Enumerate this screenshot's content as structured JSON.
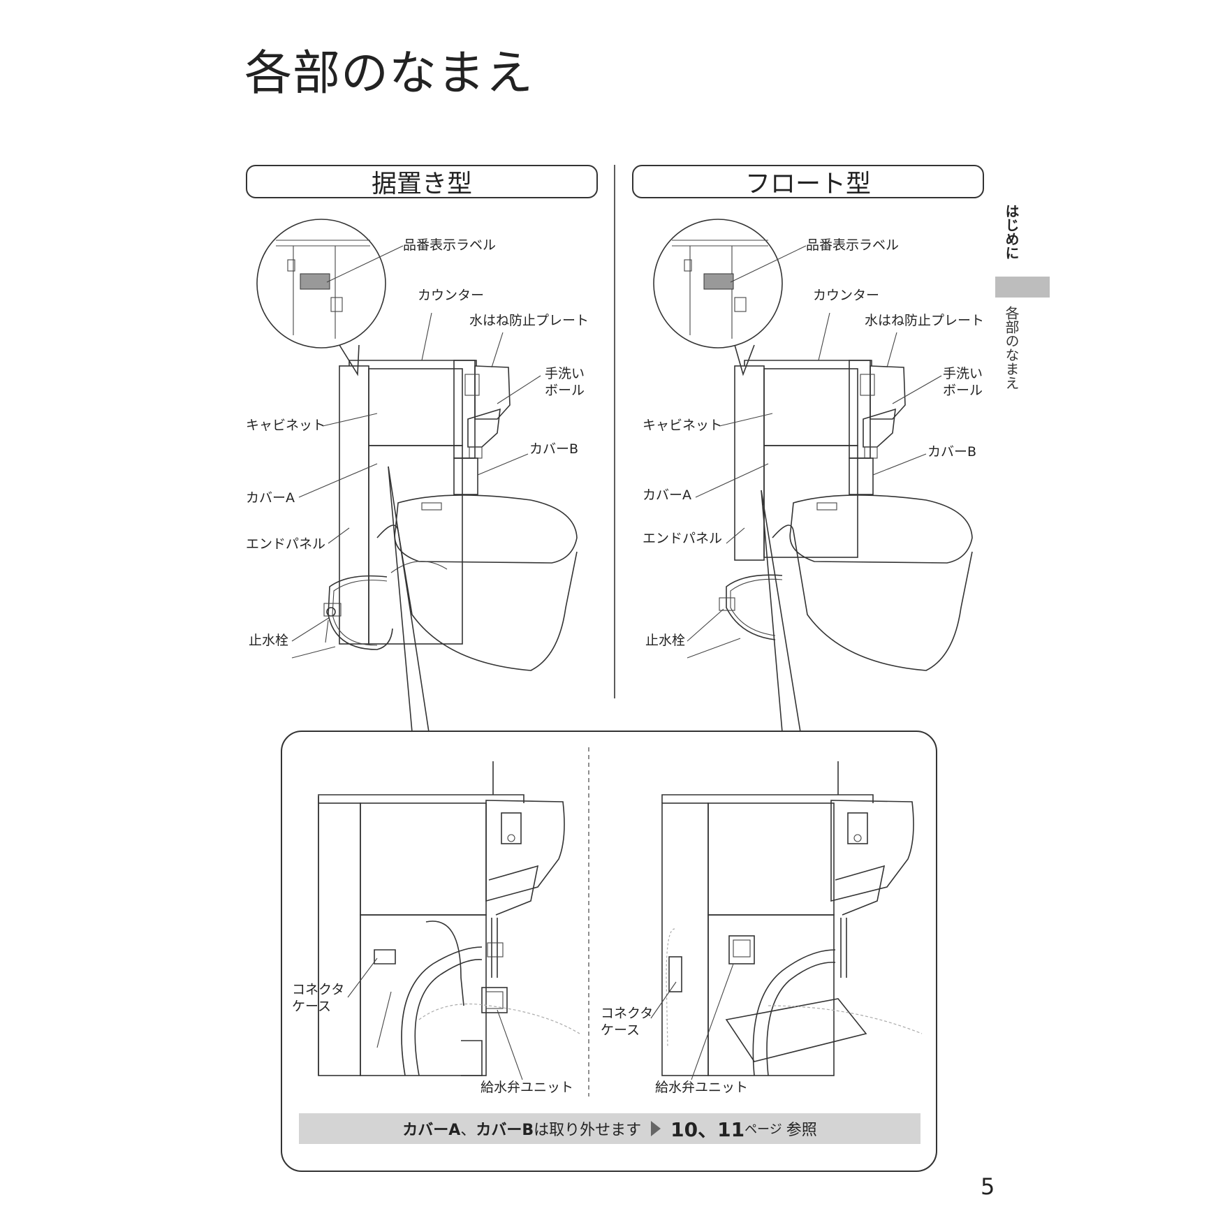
{
  "page": {
    "title": "各部のなまえ",
    "number": "5",
    "side_tabs": [
      "はじめに",
      "各部のなまえ"
    ]
  },
  "sections": {
    "standing": {
      "title": "据置き型",
      "labels": {
        "model_label": "品番表示ラベル",
        "counter": "カウンター",
        "splash_plate": "水はね防止プレート",
        "wash_bowl": "手洗い\nボール",
        "cabinet": "キャビネット",
        "cover_b": "カバーB",
        "cover_a": "カバーA",
        "end_panel": "エンドパネル",
        "stop_valve": "止水栓"
      }
    },
    "float": {
      "title": "フロート型",
      "labels": {
        "model_label": "品番表示ラベル",
        "counter": "カウンター",
        "splash_plate": "水はね防止プレート",
        "wash_bowl": "手洗い\nボール",
        "cabinet": "キャビネット",
        "cover_b": "カバーB",
        "cover_a": "カバーA",
        "end_panel": "エンドパネル",
        "stop_valve": "止水栓"
      }
    }
  },
  "detail": {
    "left": {
      "connector_case": "コネクタ\nケース",
      "water_valve_unit": "給水弁ユニット"
    },
    "right": {
      "connector_case": "コネクタ\nケース",
      "water_valve_unit": "給水弁ユニット"
    },
    "footer": {
      "part1": "カバーA",
      "sep": "、",
      "part2": "カバーB",
      "part3": "は取り外せます",
      "pages": "10、11",
      "page_word": "ページ",
      "ref": "参照"
    }
  }
}
